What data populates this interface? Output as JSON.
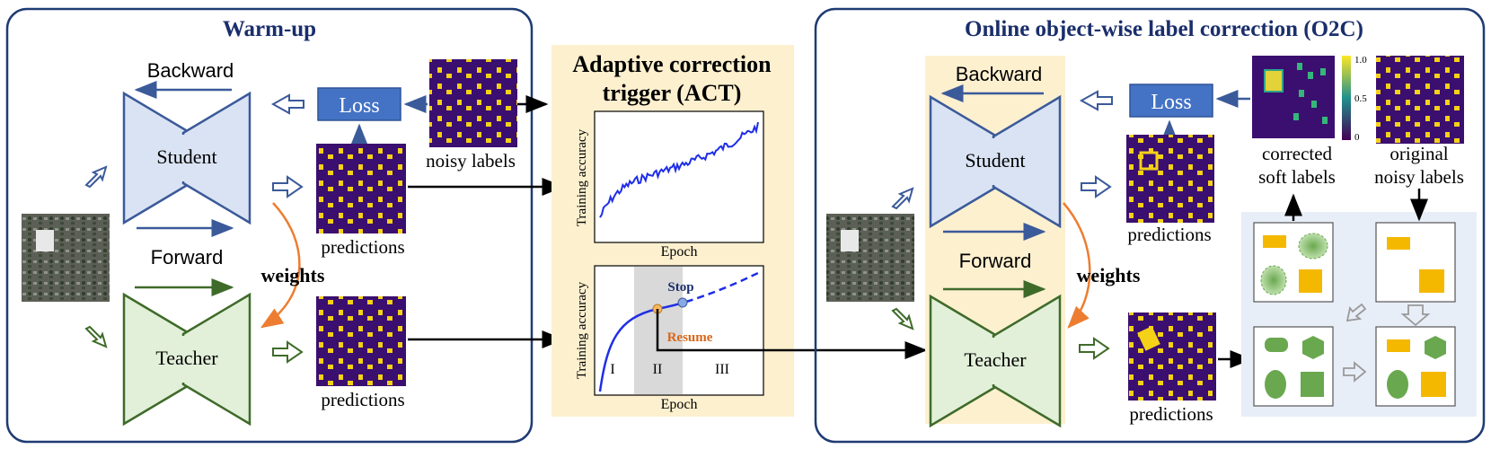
{
  "warmup": {
    "title": "Warm-up",
    "backward": "Backward",
    "forward": "Forward",
    "student": "Student",
    "teacher": "Teacher",
    "loss": "Loss",
    "weights": "weights",
    "noisy_labels": "noisy labels",
    "predictions_top": "predictions",
    "predictions_bottom": "predictions"
  },
  "act": {
    "title_line1": "Adaptive correction",
    "title_line2": "trigger (ACT)",
    "top_ylabel": "Training  accuracy",
    "top_xlabel": "Epoch",
    "bottom_ylabel": "Training  accuracy",
    "bottom_xlabel": "Epoch",
    "stop": "Stop",
    "resume": "Resume",
    "phase1": "I",
    "phase2": "II",
    "phase3": "III"
  },
  "o2c": {
    "title": "Online object-wise label correction (O2C)",
    "backward": "Backward",
    "forward": "Forward",
    "student": "Student",
    "teacher": "Teacher",
    "loss": "Loss",
    "weights": "weights",
    "predictions_top": "predictions",
    "predictions_bottom": "predictions",
    "corrected_line1": "corrected",
    "corrected_line2": "soft labels",
    "original_line1": "original",
    "original_line2": "noisy labels",
    "colorbar_max": "1.0",
    "colorbar_mid": "0.5",
    "colorbar_min": "0"
  },
  "colors": {
    "panel_border": "#1f3b73",
    "title": "#1a2e6b",
    "student_fill": "#dae3f3",
    "student_stroke": "#3b5a9a",
    "teacher_fill": "#e2f0d9",
    "teacher_stroke": "#3f6b2a",
    "loss_fill": "#4472c4",
    "act_bg": "#fdf0cf",
    "weights_arrow": "#ed7d31",
    "curve": "#1f2ee6",
    "label_map_bg": "#3b0f6f",
    "building": "#f5d118",
    "object_yellow": "#f5b800",
    "object_green": "#6aa84f",
    "correction_bg": "#e8eef8"
  }
}
